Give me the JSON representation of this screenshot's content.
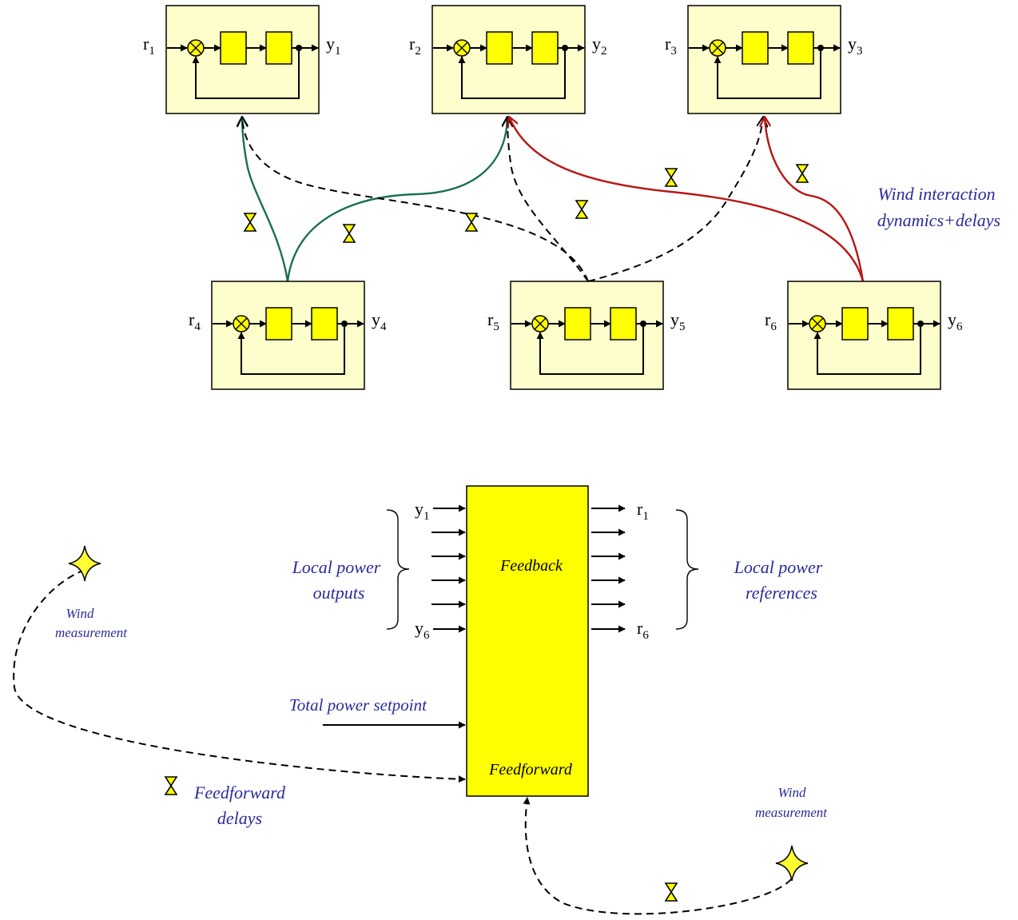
{
  "colors": {
    "box_fill": "#fefecc",
    "block_fill": "#ffff00",
    "green_link": "#1a6e58",
    "red_link": "#b81616",
    "note_text": "#2b2b9a"
  },
  "turbines": [
    {
      "input": "r",
      "input_sub": "1",
      "output": "y",
      "output_sub": "1"
    },
    {
      "input": "r",
      "input_sub": "2",
      "output": "y",
      "output_sub": "2"
    },
    {
      "input": "r",
      "input_sub": "3",
      "output": "y",
      "output_sub": "3"
    },
    {
      "input": "r",
      "input_sub": "4",
      "output": "y",
      "output_sub": "4"
    },
    {
      "input": "r",
      "input_sub": "5",
      "output": "y",
      "output_sub": "5"
    },
    {
      "input": "r",
      "input_sub": "6",
      "output": "y",
      "output_sub": "6"
    }
  ],
  "notes": {
    "wind_interaction_line1": "Wind interaction",
    "wind_interaction_line2": "dynamics+delays",
    "local_outputs_line1": "Local power",
    "local_outputs_line2": "outputs",
    "local_refs_line1": "Local power",
    "local_refs_line2": "references",
    "total_setpoint": "Total power setpoint",
    "feedforward_delays_line1": "Feedforward",
    "feedforward_delays_line2": "delays",
    "wind_meas_left_line1": "Wind",
    "wind_meas_left_line2": "measurement",
    "wind_meas_right_line1": "Wind",
    "wind_meas_right_line2": "measurement"
  },
  "controller": {
    "feedback_label": "Feedback",
    "feedforward_label": "Feedforward",
    "input_top": "y",
    "input_top_sub": "1",
    "input_bottom": "y",
    "input_bottom_sub": "6",
    "output_top": "r",
    "output_top_sub": "1",
    "output_bottom": "r",
    "output_bottom_sub": "6"
  }
}
